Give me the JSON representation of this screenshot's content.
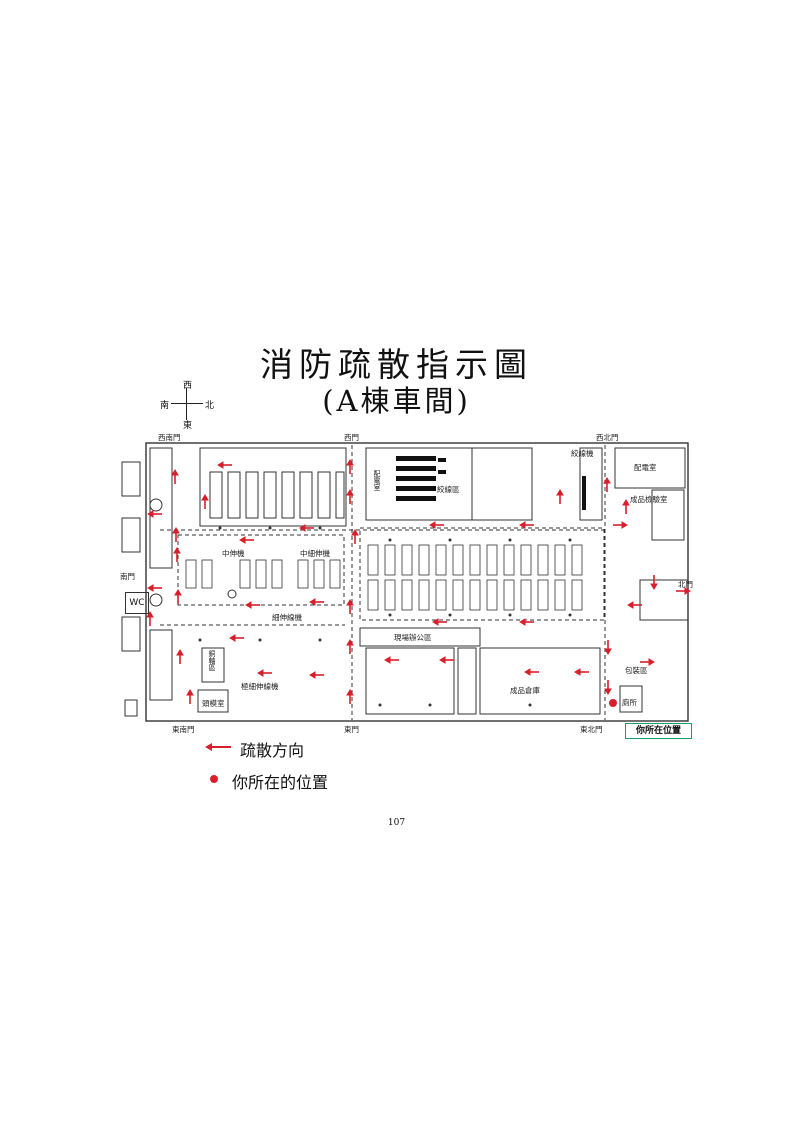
{
  "title": {
    "main": "消防疏散指示圖",
    "sub": "(A棟車間)"
  },
  "compass": {
    "north": "北",
    "south": "南",
    "east": "東",
    "west": "西"
  },
  "doors": {
    "southwest": "西南門",
    "west": "西門",
    "northwest": "西北門",
    "south": "南門",
    "north": "北門",
    "southeast": "東南門",
    "east": "東門",
    "northeast": "東北門"
  },
  "areas": {
    "middle_drawing": "中伸機",
    "middle_fine_drawing": "中細伸機",
    "fine_drawing": "細伸線機",
    "micro_drawing": "極細伸線機",
    "stranding_area": "絞線區",
    "stranding_machine": "絞線機",
    "power_room": "配電室",
    "inspection_room": "成品檢驗室",
    "site_office": "現場辦公區",
    "warehouse": "成品倉庫",
    "packing_area": "包裝區",
    "toilet": "廁所",
    "mold_room": "頭模室",
    "coupling_area": "銅軸區",
    "wc": "WC",
    "distribution_room": "配電室"
  },
  "legend": {
    "arrow_label": "疏散方向",
    "dot_label": "你所在的位置"
  },
  "you_are_here": "你所在位置",
  "page_number": "107",
  "colors": {
    "arrow": "#d91f2b",
    "you_are_here_border": "#1aa06a",
    "lines": "#333333"
  }
}
